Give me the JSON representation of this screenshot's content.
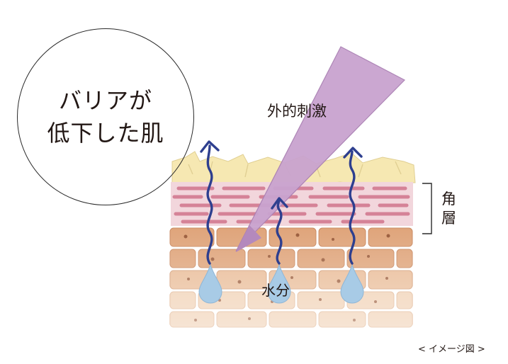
{
  "title": {
    "line1": "バリアが",
    "line2": "低下した肌"
  },
  "labels": {
    "external_stimulus": "外的刺激",
    "moisture": "水分",
    "layer_char1": "角",
    "layer_char2": "層"
  },
  "caption": "< イメージ図 >",
  "colors": {
    "outline": "#2a2a2a",
    "flake_top": "#f6e8b2",
    "corneum": "#e9c2cb",
    "corneum_line": "#d58297",
    "brick": "#dfa47a",
    "brick_light": "#f0cfb1",
    "arrow": "#2e3f8f",
    "droplet": "#a8cbe6",
    "stimulus": "#c9a3cf"
  }
}
